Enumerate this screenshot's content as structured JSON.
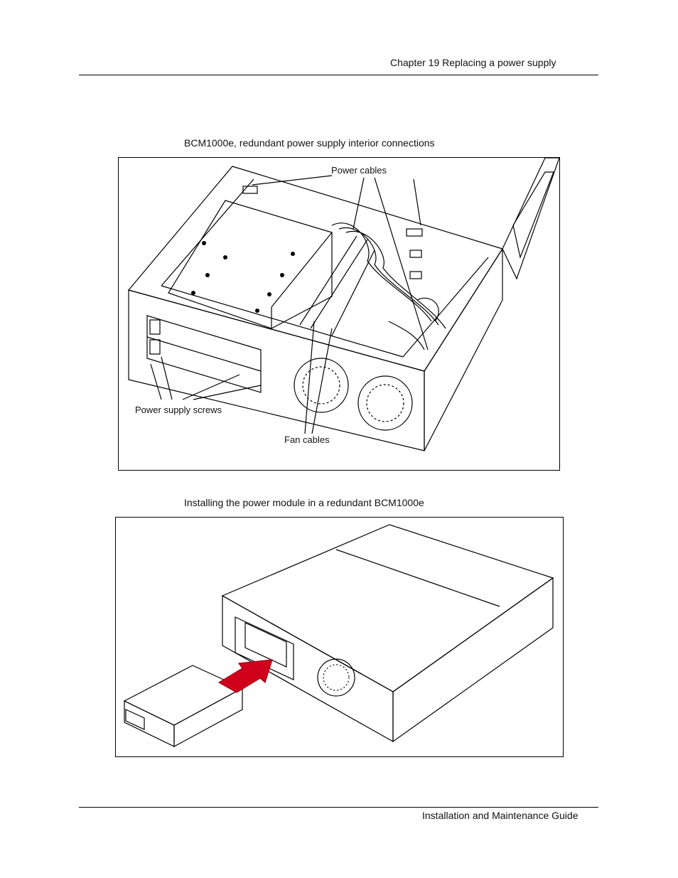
{
  "header": {
    "chapter": "Chapter 19 Replacing a power supply"
  },
  "figure1": {
    "caption": "BCM1000e, redundant power supply interior connections",
    "labels": {
      "power_cables": "Power cables",
      "power_supply_screws": "Power supply screws",
      "fan_cables": "Fan cables"
    }
  },
  "figure2": {
    "caption": "Installing the power module in a redundant BCM1000e",
    "arrow_color": "#d0021b"
  },
  "footer": {
    "guide_title": "Installation and Maintenance Guide"
  }
}
